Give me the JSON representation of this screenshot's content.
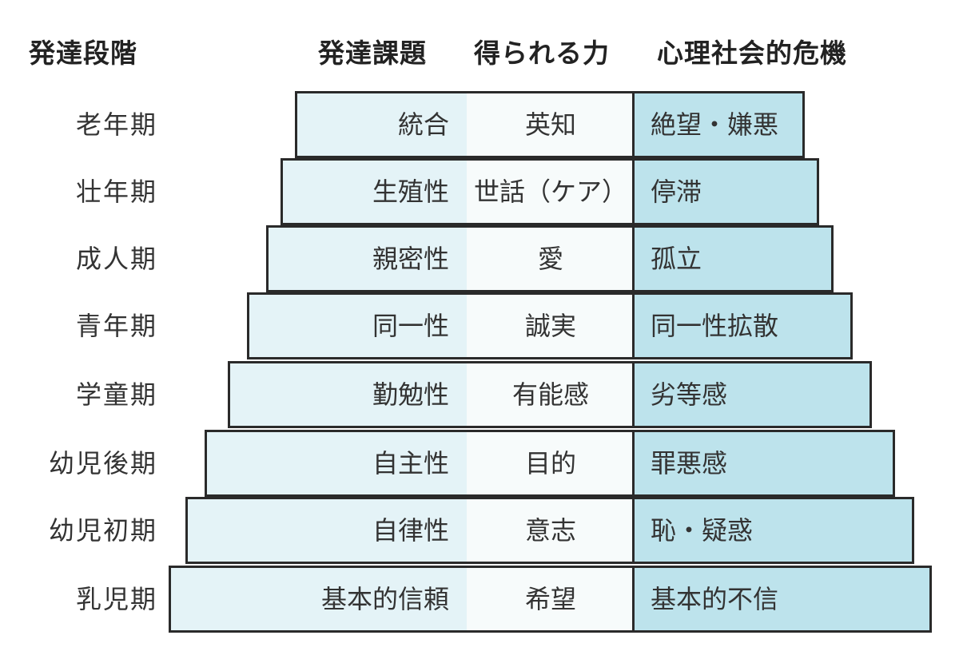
{
  "headers": {
    "stage": "発達段階",
    "task": "発達課題",
    "power": "得られる力",
    "crisis": "心理社会的危機"
  },
  "rows": [
    {
      "stage": "老年期",
      "task": "統合",
      "power": "英知",
      "crisis": "絶望・嫌悪"
    },
    {
      "stage": "壮年期",
      "task": "生殖性",
      "power": "世話（ケア）",
      "crisis": "停滞"
    },
    {
      "stage": "成人期",
      "task": "親密性",
      "power": "愛",
      "crisis": "孤立"
    },
    {
      "stage": "青年期",
      "task": "同一性",
      "power": "誠実",
      "crisis": "同一性拡散"
    },
    {
      "stage": "学童期",
      "task": "勤勉性",
      "power": "有能感",
      "crisis": "劣等感"
    },
    {
      "stage": "幼児後期",
      "task": "自主性",
      "power": "目的",
      "crisis": "罪悪感"
    },
    {
      "stage": "幼児初期",
      "task": "自律性",
      "power": "意志",
      "crisis": "恥・疑惑"
    },
    {
      "stage": "乳児期",
      "task": "基本的信頼",
      "power": "希望",
      "crisis": "基本的不信"
    }
  ],
  "colors": {
    "task_fill": "#e4f3f7",
    "power_fill": "#f7fbfb",
    "crisis_fill": "#bde3ec",
    "border": "#2a2a2a"
  }
}
